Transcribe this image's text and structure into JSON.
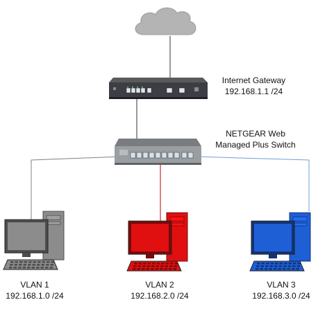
{
  "internet": {
    "icon": "cloud-icon"
  },
  "gateway": {
    "icon": "gateway-router-icon",
    "label_line1": "Internet Gateway",
    "label_line2": "192.168.1.1 /24"
  },
  "switch": {
    "icon": "network-switch-icon",
    "label_line1": "NETGEAR Web",
    "label_line2": "Managed Plus Switch"
  },
  "computers": [
    {
      "icon": "desktop-computer-icon",
      "name": "VLAN 1",
      "subnet": "192.168.1.0 /24",
      "color": "#8c8c8c"
    },
    {
      "icon": "desktop-computer-icon",
      "name": "VLAN 2",
      "subnet": "192.168.2.0 /24",
      "color": "#e01010"
    },
    {
      "icon": "desktop-computer-icon",
      "name": "VLAN 3",
      "subnet": "192.168.3.0 /24",
      "color": "#1e5fd6"
    }
  ],
  "links": {
    "cloud_gateway": {
      "color": "#333333"
    },
    "gateway_switch": {
      "color": "#333333"
    },
    "vlan1": {
      "color": "#7f7f7f"
    },
    "vlan2": {
      "color": "#c00000"
    },
    "vlan3": {
      "color": "#6f9fd8"
    }
  }
}
